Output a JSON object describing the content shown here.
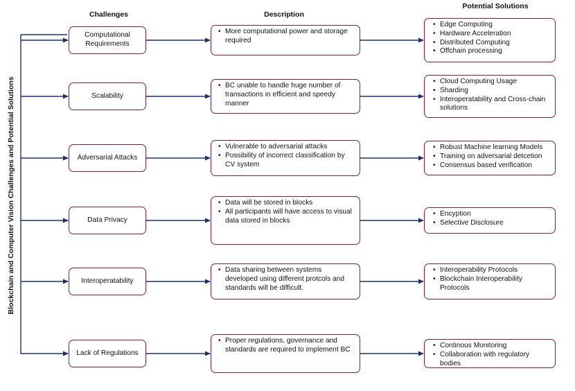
{
  "side_title": "Blockchain and Computer Vision Challenges and Potential Solutions",
  "headers": {
    "challenges": "Challenges",
    "description": "Description",
    "solutions": "Potential Solutions"
  },
  "rows": [
    {
      "challenge": "Computational Requirements",
      "description": [
        "More computational power and storage required"
      ],
      "solutions": [
        "Edge Computing",
        "Hardware Acceleration",
        "Distributed Computing",
        "Offchain processing"
      ]
    },
    {
      "challenge": "Scalability",
      "description": [
        "BC unable to handle huge number of transactions in efficient and speedy manner"
      ],
      "solutions": [
        "Cloud Computing Usage",
        "Sharding",
        "Interoperatability and Cross-chain solutions"
      ]
    },
    {
      "challenge": "Adversarial Attacks",
      "description": [
        "Vulnerable to adversarial attacks",
        "Possibility of incorrect classification by CV system"
      ],
      "solutions": [
        "Robust Machine learning Models",
        "Training on adversarial detcetion",
        "Consensus based verification"
      ]
    },
    {
      "challenge": "Data Privacy",
      "description": [
        "Data will be stored in blocks",
        "All participants will have access to visual data stored in blocks"
      ],
      "solutions": [
        "Encyption",
        "Selective Disclosure"
      ]
    },
    {
      "challenge": "Interoperatability",
      "description": [
        "Data sharing between systems developed using different protcols and standards will be difficult."
      ],
      "solutions": [
        "Interoperability Protocols",
        "Blockchain Interoperability Protocols"
      ]
    },
    {
      "challenge": "Lack of Regulations",
      "description": [
        "Proper regulations, governance and standards are required to implement BC"
      ],
      "solutions": [
        "Continous Monitoring",
        "Collaboration with regulatory bodies"
      ]
    }
  ],
  "colors": {
    "box_border": "#7a1f3d",
    "arrow": "#1f2f6b"
  }
}
